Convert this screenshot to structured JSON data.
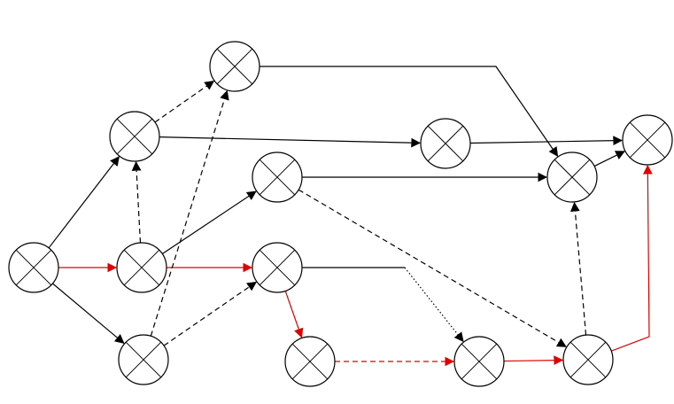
{
  "colors": {
    "background": "#ffffff",
    "default_edge": "#000000",
    "highlight_edge": "#e00000",
    "node_fill": "#ffffff",
    "node_stroke": "#000000"
  },
  "diagram": {
    "node_symbol": "crossed-circle",
    "nodes": [
      {
        "id": "n1"
      },
      {
        "id": "n2"
      },
      {
        "id": "n3"
      },
      {
        "id": "n4"
      },
      {
        "id": "n5"
      },
      {
        "id": "n6"
      },
      {
        "id": "n7"
      },
      {
        "id": "n8"
      },
      {
        "id": "n9"
      },
      {
        "id": "n10"
      },
      {
        "id": "n11"
      },
      {
        "id": "n12"
      },
      {
        "id": "n13"
      },
      {
        "id": "n14"
      }
    ],
    "edges": [
      {
        "from": "n1",
        "to": "n3",
        "style": "solid",
        "color": "default"
      },
      {
        "from": "n1",
        "to": "n2",
        "style": "solid",
        "color": "highlight"
      },
      {
        "from": "n1",
        "to": "n4",
        "style": "solid",
        "color": "default"
      },
      {
        "from": "n2",
        "to": "n3",
        "style": "dashed",
        "color": "default"
      },
      {
        "from": "n2",
        "to": "n6",
        "style": "solid",
        "color": "default"
      },
      {
        "from": "n2",
        "to": "n7",
        "style": "solid",
        "color": "highlight"
      },
      {
        "from": "n3",
        "to": "n5",
        "style": "dashed",
        "color": "default"
      },
      {
        "from": "n3",
        "to": "n8",
        "style": "solid",
        "color": "default"
      },
      {
        "from": "n4",
        "to": "n5",
        "style": "dashed",
        "color": "default"
      },
      {
        "from": "n4",
        "to": "n7",
        "style": "dashed",
        "color": "default"
      },
      {
        "from": "n5",
        "to": "n11",
        "style": "solid",
        "color": "default"
      },
      {
        "from": "n6",
        "to": "n11",
        "style": "solid",
        "color": "default"
      },
      {
        "from": "n6",
        "to": "n13",
        "style": "dashed",
        "color": "default"
      },
      {
        "from": "n7",
        "to": "n9",
        "style": "solid",
        "color": "highlight"
      },
      {
        "from": "n7",
        "to": "n10",
        "style": "solid-then-dotted",
        "color": "default"
      },
      {
        "from": "n8",
        "to": "n12",
        "style": "solid",
        "color": "default"
      },
      {
        "from": "n9",
        "to": "n10",
        "style": "dashed",
        "color": "highlight"
      },
      {
        "from": "n10",
        "to": "n13",
        "style": "solid",
        "color": "highlight"
      },
      {
        "from": "n11",
        "to": "n12",
        "style": "solid",
        "color": "default"
      },
      {
        "from": "n13",
        "to": "n11",
        "style": "dashed",
        "color": "default"
      },
      {
        "from": "n13",
        "to": "n12",
        "style": "solid",
        "color": "highlight"
      }
    ]
  }
}
